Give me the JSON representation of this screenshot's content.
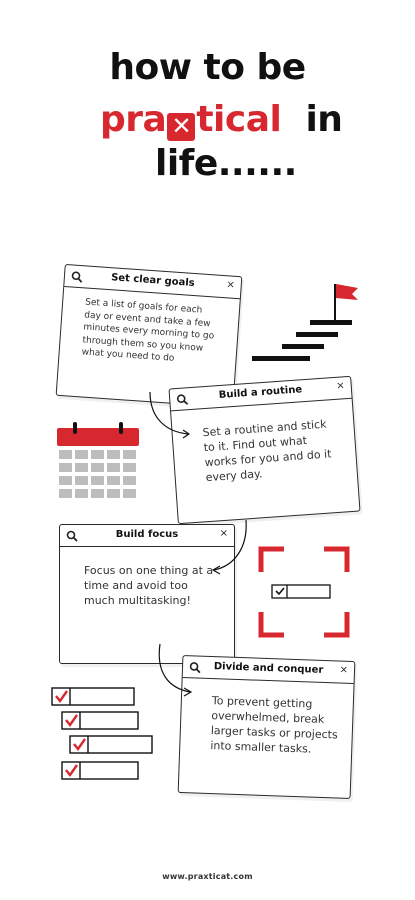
{
  "title": {
    "line1": "how to be",
    "brand_prefix": "pra",
    "brand_suffix": "tical",
    "brand_x": "✕",
    "line2_tail": "in",
    "line3": "life......"
  },
  "cards": [
    {
      "title": "Set clear goals",
      "text": "Set a list of goals for each day or event and take a few minutes every morning to go through them so you know what you need to do"
    },
    {
      "title": "Build a routine",
      "text": "Set a routine and stick to it. Find out what works for you and do it every day."
    },
    {
      "title": "Build focus",
      "text": "Focus on one thing at a time and avoid too much multitasking!"
    },
    {
      "title": "Divide and conquer",
      "text": "To prevent getting overwhelmed, break larger tasks or projects into smaller tasks."
    }
  ],
  "close_glyph": "×",
  "footer": "www.praxticat.com",
  "colors": {
    "accent": "#d7282f",
    "text": "#111111",
    "grey": "#c8c8c8"
  }
}
